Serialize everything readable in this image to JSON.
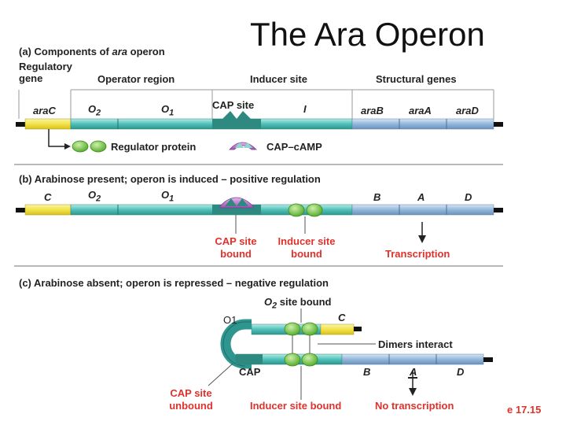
{
  "title": "The Ara Operon",
  "panel_a": {
    "caption_letter": "(a)",
    "caption_pre": "Components of",
    "caption_it": "ara",
    "caption_post": "operon",
    "regulatory_gene_line1": "Regulatory",
    "regulatory_gene_line2": "gene",
    "operator_region": "Operator region",
    "inducer_site": "Inducer site",
    "structural_genes": "Structural genes",
    "araC": "araC",
    "O2_base": "O",
    "O2_sub": "2",
    "O1_base": "O",
    "O1_sub": "1",
    "cap_site": "CAP site",
    "I": "I",
    "araB": "araB",
    "araA": "araA",
    "araD": "araD",
    "regulator_protein": "Regulator protein",
    "cap_camp": "CAP–cAMP"
  },
  "panel_b": {
    "caption_letter": "(b)",
    "caption_text": "Arabinose present; operon is induced – positive regulation",
    "C": "C",
    "O2_base": "O",
    "O2_sub": "2",
    "O1_base": "O",
    "O1_sub": "1",
    "B": "B",
    "A": "A",
    "D": "D",
    "cap_bound_1": "CAP site",
    "cap_bound_2": "bound",
    "inducer_bound_1": "Inducer site",
    "inducer_bound_2": "bound",
    "transcription": "Transcription"
  },
  "panel_c": {
    "caption_letter": "(c)",
    "caption_text": "Arabinose absent; operon is repressed – negative regulation",
    "o2_bound_base": "O",
    "o2_bound_sub": "2",
    "o2_bound_post": "site bound",
    "O1_label": "O1",
    "C": "C",
    "dimers_interact": "Dimers interact",
    "CAP": "CAP",
    "B": "B",
    "A": "A",
    "D": "D",
    "cap_unbound_1": "CAP site",
    "cap_unbound_2": "unbound",
    "inducer_site_bound": "Inducer site bound",
    "no_transcription": "No transcription"
  },
  "figure_ref": "e 17.15",
  "colors": {
    "yellow": "#f2e24a",
    "teal": "#3fb2ad",
    "teal_light": "#8ed8d0",
    "blue": "#8fb3d6",
    "dark_teal": "#2e8a80",
    "protein_green": "#7fce4a",
    "cap_purple": "#c27fcf",
    "red_label": "#e0312b"
  }
}
